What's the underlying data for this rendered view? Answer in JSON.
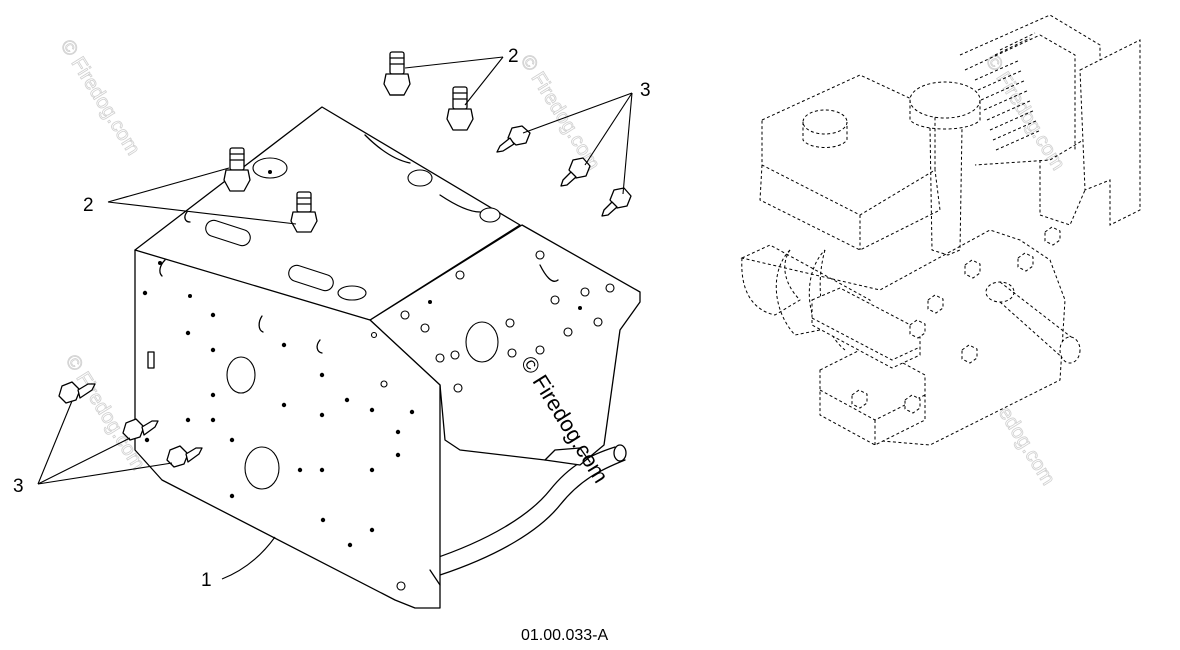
{
  "diagram": {
    "callouts": {
      "frame": "1",
      "fitting_top": "2",
      "fitting_left": "2",
      "bolts_right": "3",
      "bolts_left": "3"
    },
    "drawing_code": "01.00.033-A",
    "watermark_center": "© Firedog.com",
    "watermarks": [
      "© Firedog.com",
      "© Firedog.com",
      "© Firedog.com",
      "© Firedog.com",
      "© Firedog.com"
    ]
  }
}
